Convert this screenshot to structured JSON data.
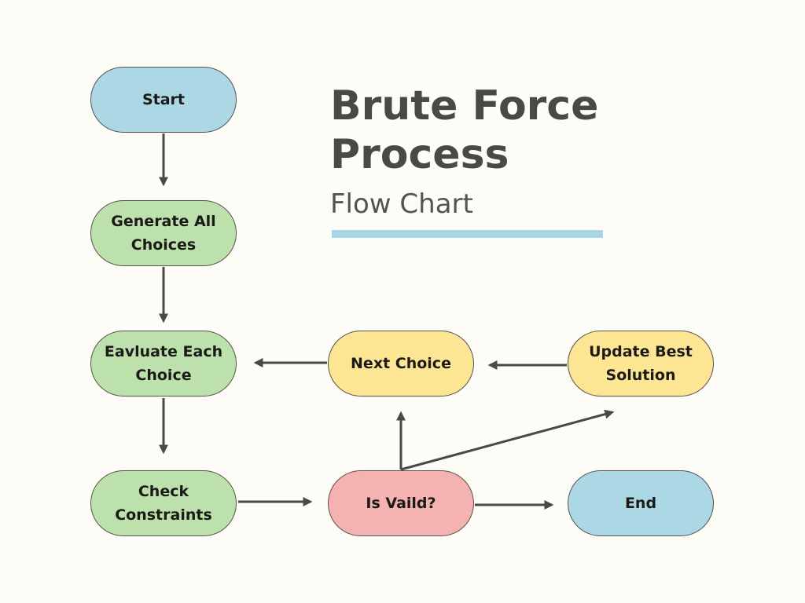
{
  "title": {
    "line1": "Brute Force",
    "line2": "Process",
    "subtitle": "Flow Chart",
    "rule_color": "#a9d6e5"
  },
  "colors": {
    "background": "#fefcf6",
    "arrow": "#4a4944",
    "terminal": "#acd8e6",
    "process": "#bde1ad",
    "loop": "#fce694",
    "decision": "#f4b2b0"
  },
  "nodes": {
    "start": {
      "label": "Start",
      "color": "#acd8e6"
    },
    "generate": {
      "label": "Generate All Choices",
      "color": "#bde1ad"
    },
    "evaluate": {
      "label": "Eavluate Each Choice",
      "color": "#bde1ad"
    },
    "check": {
      "label": "Check Constraints",
      "color": "#bde1ad"
    },
    "valid": {
      "label": "Is Vaild?",
      "color": "#f4b2b0"
    },
    "next": {
      "label": "Next Choice",
      "color": "#fce694"
    },
    "update": {
      "label": "Update Best Solution",
      "color": "#fce694"
    },
    "end": {
      "label": "End",
      "color": "#acd8e6"
    }
  },
  "edges": [
    {
      "from": "start",
      "to": "generate"
    },
    {
      "from": "generate",
      "to": "evaluate"
    },
    {
      "from": "evaluate",
      "to": "check"
    },
    {
      "from": "check",
      "to": "valid"
    },
    {
      "from": "valid",
      "to": "end"
    },
    {
      "from": "valid",
      "to": "next"
    },
    {
      "from": "valid",
      "to": "update"
    },
    {
      "from": "update",
      "to": "next"
    },
    {
      "from": "next",
      "to": "evaluate"
    }
  ]
}
